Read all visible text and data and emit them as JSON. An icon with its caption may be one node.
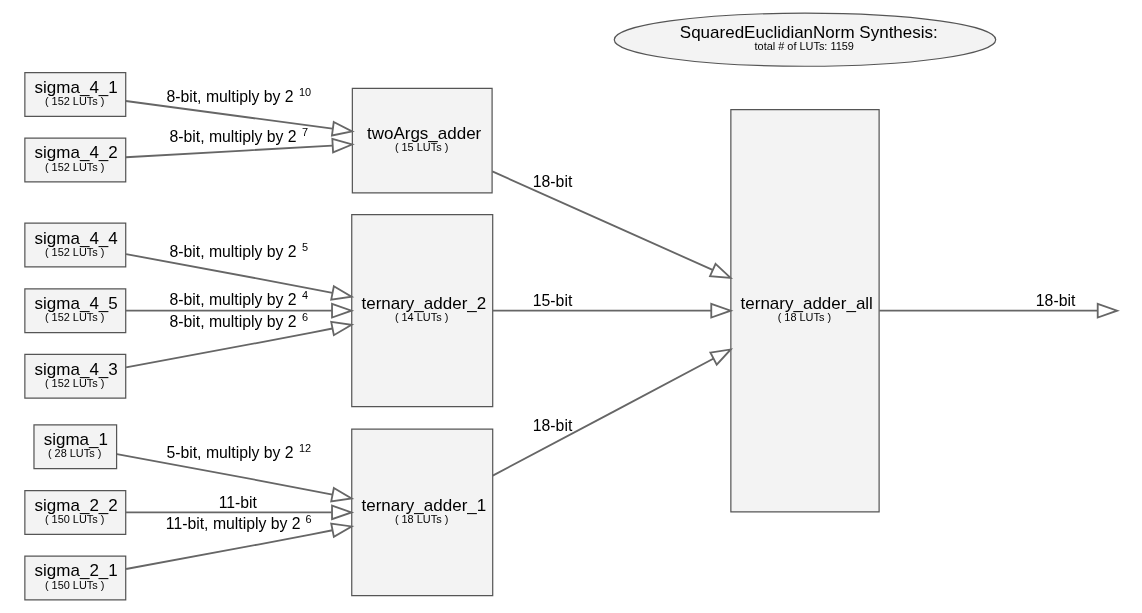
{
  "diagram": {
    "nodes": [
      {
        "text": [
          "sigma_1",
          "( 28 LUTs )"
        ]
      },
      {
        "text": [
          "sigma_2_1",
          "( 150 LUTs )"
        ]
      },
      {
        "text": [
          "sigma_2_2",
          "( 150 LUTs )"
        ]
      },
      {
        "text": [
          "sigma_4_1",
          "( 152 LUTs )"
        ]
      },
      {
        "text": [
          "sigma_4_2",
          "( 152 LUTs )"
        ]
      },
      {
        "text": [
          "sigma_4_3",
          "( 152 LUTs )"
        ]
      },
      {
        "text": [
          "sigma_4_4",
          "( 152 LUTs )"
        ]
      },
      {
        "text": [
          "sigma_4_5",
          "( 152 LUTs )"
        ]
      },
      {
        "text": [
          "ternary_adder_1",
          "( 18 LUTs )"
        ]
      },
      {
        "text": [
          "twoArgs_adder",
          "( 15 LUTs )"
        ]
      },
      {
        "text": [
          "ternary_adder_2",
          "( 14 LUTs )"
        ]
      },
      {
        "text": [
          "ternary_adder_all",
          "( 18 LUTs )"
        ]
      },
      {
        "text": [
          "SquaredEuclidianNorm Synthesis:",
          "total # of LUTs: 1159"
        ]
      }
    ],
    "edges": [
      {
        "from": 0,
        "to": 8,
        "arrow": "to",
        "label": "5-bit, multiply by 2$^{12}$"
      },
      {
        "from": 1,
        "to": 8,
        "arrow": "to",
        "label": "11-bit, multiply by 2$^{6}$"
      },
      {
        "from": 2,
        "to": 8,
        "arrow": "to",
        "label": "11-bit"
      },
      {
        "from": 3,
        "to": 9,
        "arrow": "to",
        "label": "8-bit, multiply by 2$^{10}$"
      },
      {
        "from": 4,
        "to": 9,
        "arrow": "to",
        "label": "8-bit, multiply by 2$^{7}$"
      },
      {
        "from": 5,
        "to": 10,
        "arrow": "to",
        "label": "8-bit, multiply by 2$^{6}$"
      },
      {
        "from": 6,
        "to": 10,
        "arrow": "to",
        "label": "8-bit, multiply by 2$^{5}$"
      },
      {
        "from": 7,
        "to": 10,
        "arrow": "to",
        "label": "8-bit, multiply by 2$^{4}$"
      },
      {
        "from": 8,
        "to": 11,
        "arrow": "to",
        "label": "18-bit"
      },
      {
        "from": 9,
        "to": 11,
        "arrow": "to",
        "label": "18-bit"
      },
      {
        "from": 10,
        "to": 11,
        "arrow": "to",
        "label": "15-bit"
      },
      {
        "from": 11,
        "to": null,
        "arrow": "to",
        "label": "18-bit"
      }
    ]
  }
}
